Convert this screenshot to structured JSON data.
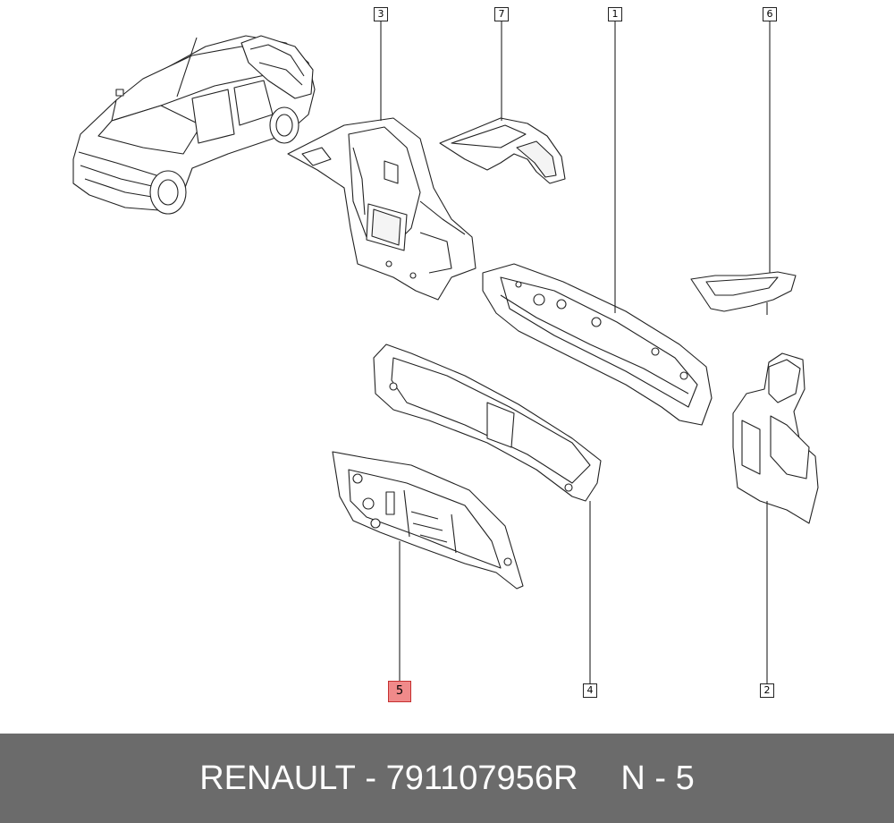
{
  "callouts": {
    "c1": "1",
    "c2": "2",
    "c3": "3",
    "c4": "4",
    "c5": "5",
    "c6": "6",
    "c7": "7"
  },
  "highlighted_callout": "5",
  "colors": {
    "footer_bg": "#6b6b6b",
    "footer_text": "#ffffff",
    "highlight": "#f08a8a",
    "line_art": "#222222"
  },
  "footer": {
    "brand": "RENAULT",
    "separator": " - ",
    "part_number": "791107956R",
    "position_label": "N - 5"
  }
}
